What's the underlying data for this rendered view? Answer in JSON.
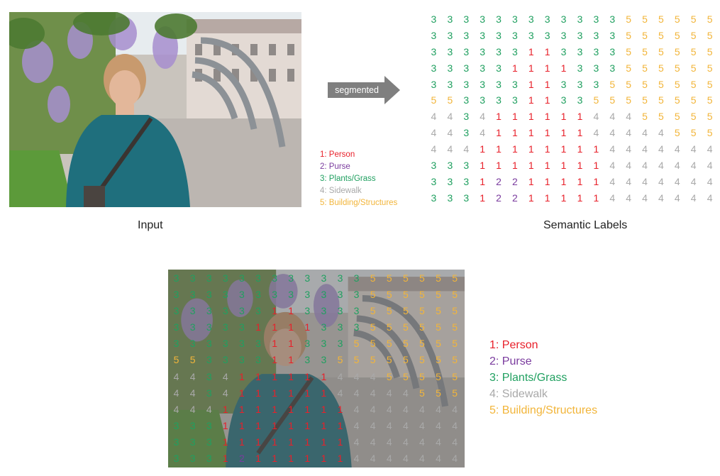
{
  "captions": {
    "input": "Input",
    "labels": "Semantic Labels"
  },
  "arrow": {
    "label": "segmented"
  },
  "legend": [
    {
      "id": "1",
      "text": "1: Person",
      "color": "#e8202a"
    },
    {
      "id": "2",
      "text": "2: Purse",
      "color": "#7a3b9e"
    },
    {
      "id": "3",
      "text": "3: Plants/Grass",
      "color": "#20a060"
    },
    {
      "id": "4",
      "text": "4: Sidewalk",
      "color": "#a9a9a9"
    },
    {
      "id": "5",
      "text": "5: Building/Structures",
      "color": "#f2b53a"
    }
  ],
  "label_grid": [
    "333333333333555555",
    "333333333333555555",
    "333333113333555555",
    "333331111333555555",
    "333333113335555555",
    "553333113355555555",
    "443411111144455555",
    "443411111144444555",
    "444111111114444444",
    "333111111114444444",
    "333122111114444444",
    "333122111114444444"
  ],
  "overlay_grid": [
    "333333333333555555",
    "333333333333555555",
    "333333113333555555",
    "333331111333555555",
    "333333113335555555",
    "553333113355555555",
    "443411111144455555",
    "443411111144444555",
    "444111111114444444",
    "333111111114444444",
    "333111111114444444",
    "333121111114444444"
  ]
}
